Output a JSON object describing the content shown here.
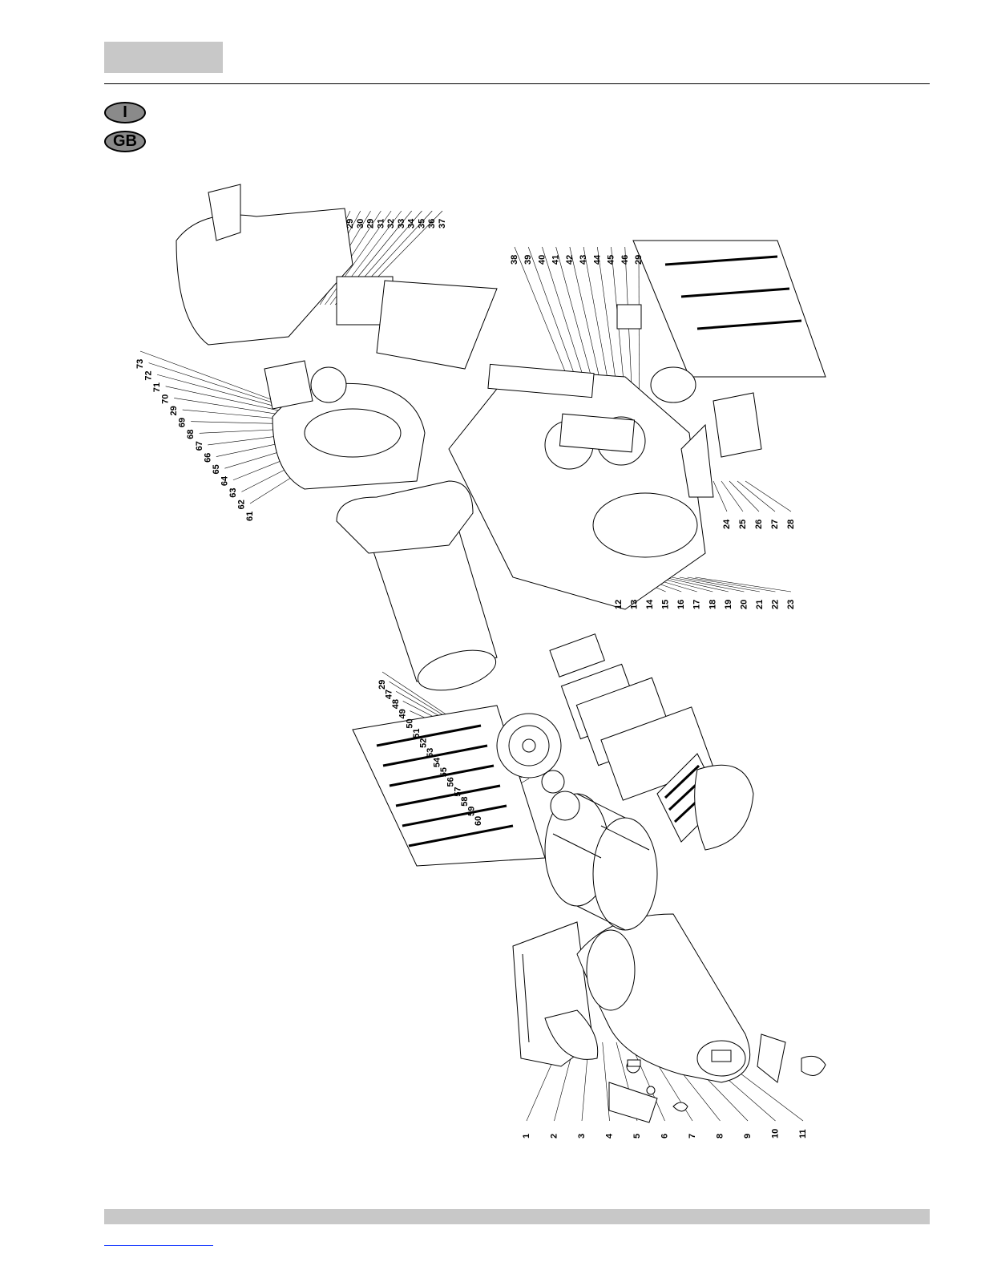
{
  "header": {
    "lang_badges": [
      "I",
      "GB"
    ]
  },
  "diagram": {
    "part_labels": {
      "left_row": [
        "1",
        "2",
        "3",
        "4",
        "5",
        "6",
        "7",
        "8",
        "9",
        "10",
        "11"
      ],
      "mid_row": [
        "12",
        "13",
        "14",
        "15",
        "16",
        "17",
        "18",
        "19",
        "20",
        "21",
        "22",
        "23"
      ],
      "right_row": [
        "24",
        "25",
        "26",
        "27",
        "28"
      ],
      "inner_diag": [
        "29",
        "47",
        "48",
        "49",
        "50",
        "51",
        "52",
        "53",
        "54",
        "55",
        "56",
        "57",
        "58",
        "59",
        "60"
      ],
      "left_diag": [
        "61",
        "62",
        "63",
        "64",
        "65",
        "66",
        "67",
        "68",
        "69",
        "29",
        "70",
        "71",
        "72",
        "73"
      ],
      "top_row": [
        "29",
        "30",
        "29",
        "31",
        "32",
        "33",
        "34",
        "35",
        "36",
        "37"
      ],
      "upper_right_row": [
        "38",
        "39",
        "40",
        "41",
        "42",
        "43",
        "44",
        "45",
        "46",
        "29"
      ]
    }
  }
}
